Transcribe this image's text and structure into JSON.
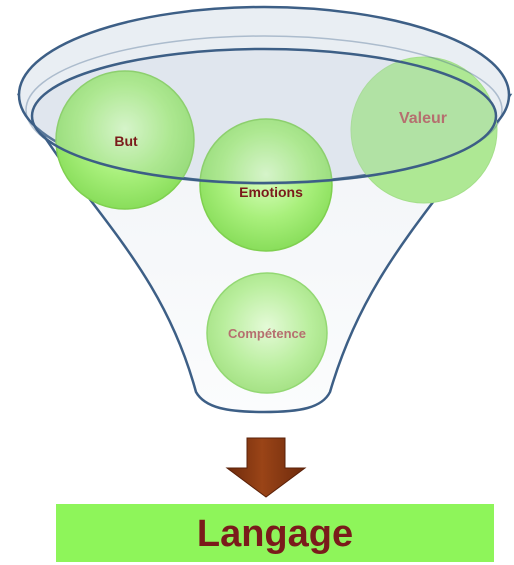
{
  "diagram": {
    "items": {
      "but": "But",
      "emotions": "Emotions",
      "valeur": "Valeur",
      "competence": "Compétence"
    },
    "output": "Langage"
  },
  "colors": {
    "bright_circle_fill": "#a4ee76",
    "pale_circle_fill": "#aee894",
    "funnel_outline": "#3d5f86",
    "arrow_fill": "#8b3a12",
    "output_box_fill": "#8ef55a",
    "dark_label": "#7a1b1b",
    "muted_label": "#b56f6f"
  }
}
